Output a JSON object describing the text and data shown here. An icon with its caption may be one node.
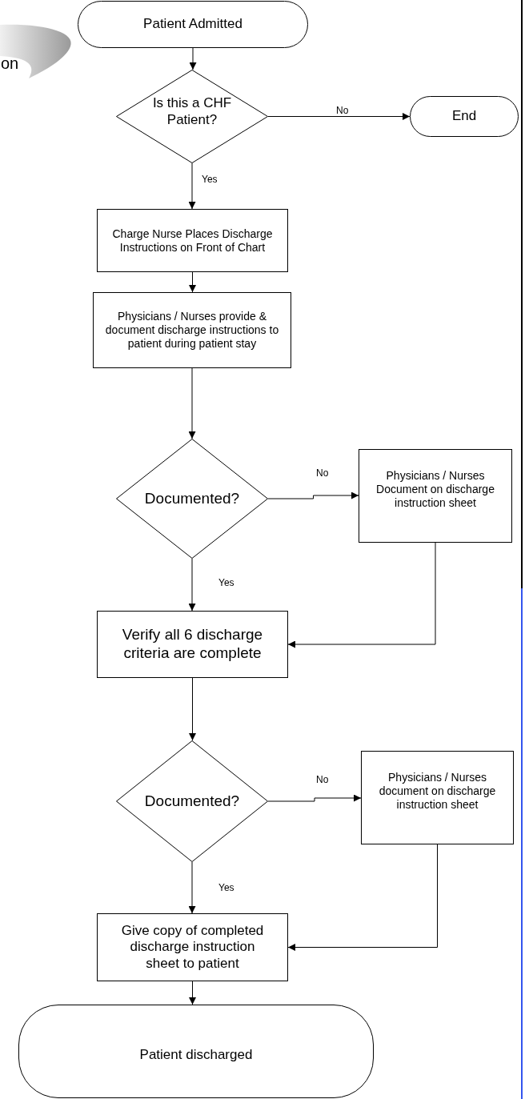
{
  "diagram": {
    "nodes": [
      {
        "text": [
          "Patient Admitted"
        ]
      },
      {
        "text": [
          "Is this a CHF Patient?"
        ]
      },
      {
        "text": [
          "End"
        ]
      },
      {
        "text": [
          "Charge Nurse Places Discharge Instructions on Front of Chart"
        ]
      },
      {
        "text": [
          "Physicians / Nurses provide & document discharge instructions to patient during patient stay"
        ]
      },
      {
        "text": [
          "Documented?"
        ]
      },
      {
        "text": [
          "Physicians / Nurses Document on discharge instruction sheet"
        ]
      },
      {
        "text": [
          "Verify all 6 discharge criteria  are complete"
        ]
      },
      {
        "text": [
          "Documented?"
        ]
      },
      {
        "text": [
          "Physicians / Nurses document on discharge instruction sheet"
        ]
      },
      {
        "text": [
          "Give copy of completed discharge instruction sheet to patient"
        ]
      },
      {
        "text": [
          "Patient discharged"
        ]
      }
    ],
    "edges": [
      {
        "from": 0,
        "to": 1,
        "arrow": "to"
      },
      {
        "from": 1,
        "to": 2,
        "arrow": "to",
        "label": "No"
      },
      {
        "from": 1,
        "to": 3,
        "arrow": "to",
        "label": "Yes"
      },
      {
        "from": 3,
        "to": 4,
        "arrow": "to"
      },
      {
        "from": 4,
        "to": 5,
        "arrow": "to"
      },
      {
        "from": 5,
        "to": 6,
        "arrow": "to",
        "label": "No"
      },
      {
        "from": 5,
        "to": 7,
        "arrow": "to",
        "label": "Yes"
      },
      {
        "from": 6,
        "to": 7,
        "arrow": "to"
      },
      {
        "from": 7,
        "to": 8,
        "arrow": "to"
      },
      {
        "from": 8,
        "to": 9,
        "arrow": "to",
        "label": "No"
      },
      {
        "from": 8,
        "to": 10,
        "arrow": "to",
        "label": "Yes"
      },
      {
        "from": 9,
        "to": 10,
        "arrow": "to"
      },
      {
        "from": 10,
        "to": 11,
        "arrow": "to"
      }
    ],
    "labels": [
      "on"
    ]
  }
}
